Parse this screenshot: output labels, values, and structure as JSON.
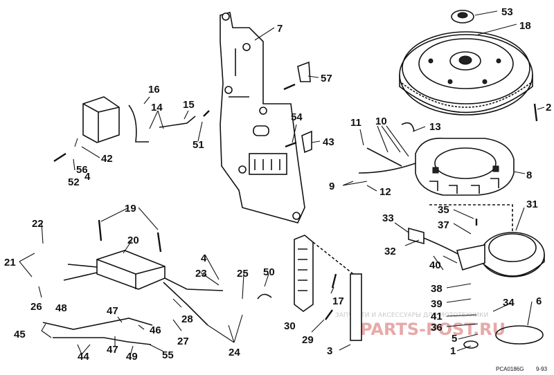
{
  "diagram": {
    "code": "PCA0186G",
    "date": "9-93"
  },
  "watermark": {
    "caption": "ЗАПЧАСТИ И АКСЕССУАРЫ ДЛЯ МОТОТЕХНИКИ",
    "brand": "PARTS-POST.RU",
    "color": "#e7a9a9"
  },
  "callouts": {
    "c1": "1",
    "c2": "2",
    "c3": "3",
    "c4a": "4",
    "c4b": "4",
    "c5": "5",
    "c6": "6",
    "c7": "7",
    "c8": "8",
    "c9": "9",
    "c10": "10",
    "c11": "11",
    "c12": "12",
    "c13": "13",
    "c14": "14",
    "c15": "15",
    "c16": "16",
    "c17": "17",
    "c18": "18",
    "c19": "19",
    "c20": "20",
    "c21": "21",
    "c22": "22",
    "c23": "23",
    "c24": "24",
    "c25": "25",
    "c26": "26",
    "c27": "27",
    "c28": "28",
    "c29": "29",
    "c30": "30",
    "c31": "31",
    "c32": "32",
    "c33": "33",
    "c34": "34",
    "c35": "35",
    "c36": "36",
    "c37": "37",
    "c38": "38",
    "c39": "39",
    "c40": "40",
    "c41": "41",
    "c42": "42",
    "c43": "43",
    "c44": "44",
    "c45": "45",
    "c46": "46",
    "c47a": "47",
    "c47b": "47",
    "c48": "48",
    "c49": "49",
    "c50": "50",
    "c51": "51",
    "c52": "52",
    "c53": "53",
    "c54": "54",
    "c55": "55",
    "c56": "56",
    "c57": "57"
  }
}
